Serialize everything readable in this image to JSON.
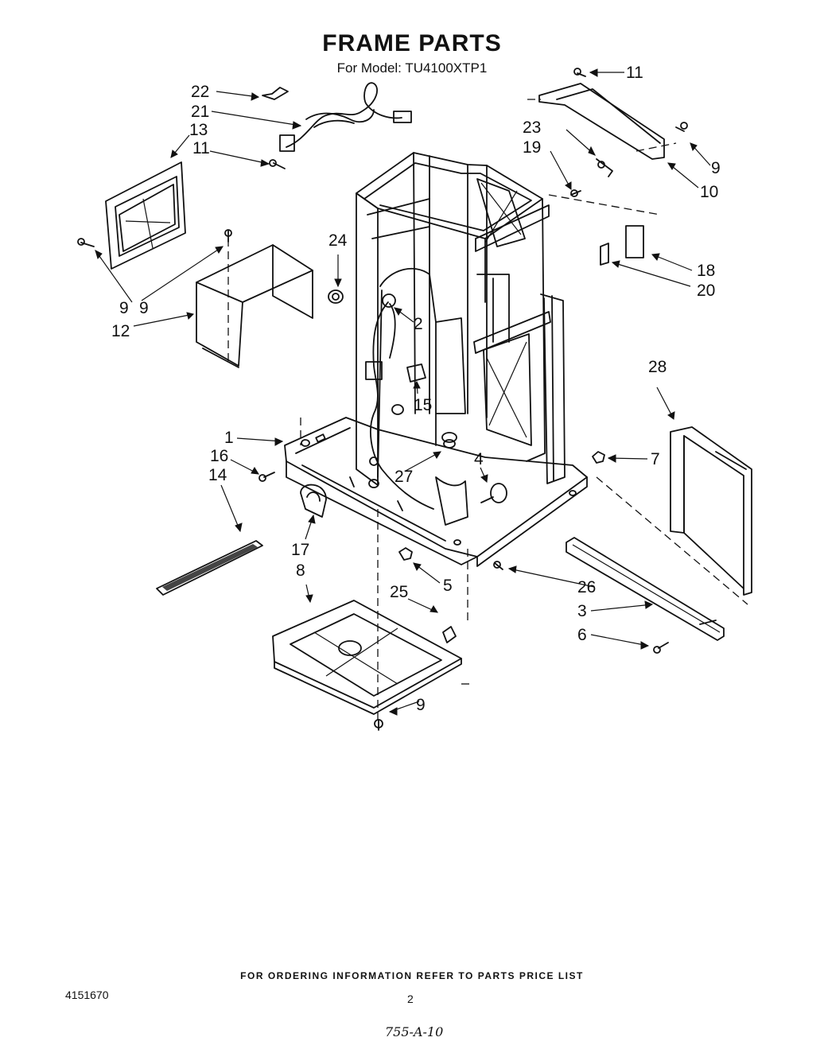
{
  "header": {
    "title": "FRAME PARTS",
    "subtitle": "For Model: TU4100XTP1"
  },
  "callouts": [
    "1",
    "2",
    "3",
    "4",
    "5",
    "6",
    "7",
    "8",
    "9",
    "9",
    "9",
    "9",
    "10",
    "11",
    "11",
    "12",
    "13",
    "14",
    "15",
    "16",
    "17",
    "18",
    "19",
    "20",
    "21",
    "22",
    "23",
    "24",
    "25",
    "26",
    "27",
    "28"
  ],
  "footer": {
    "ordering_note": "FOR ORDERING INFORMATION REFER TO PARTS PRICE LIST",
    "document_number": "4151670",
    "page_number": "2",
    "handwritten_note": "755-A-10"
  }
}
